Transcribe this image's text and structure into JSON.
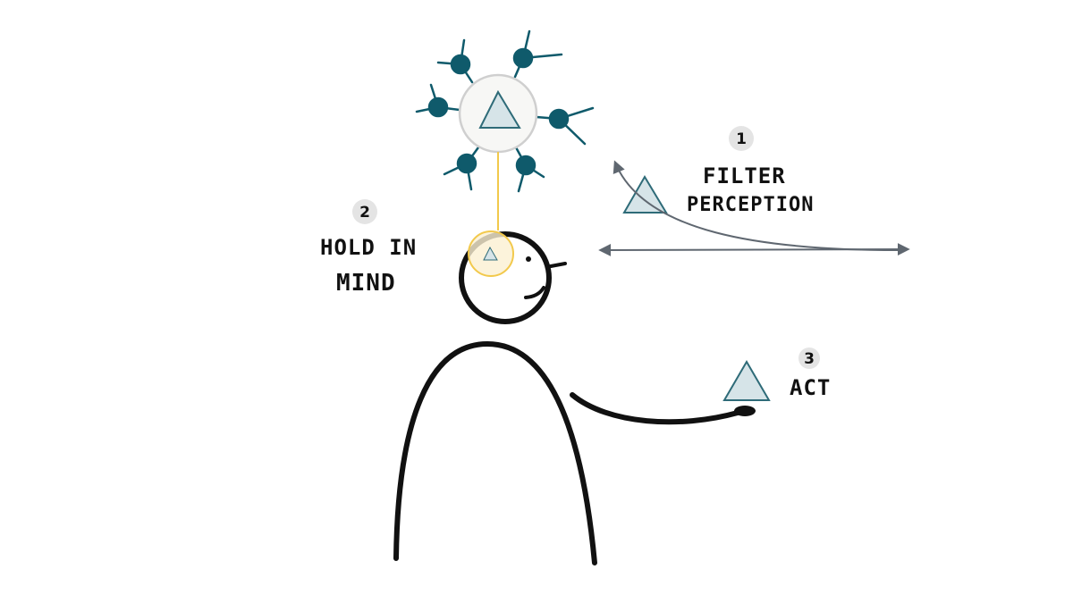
{
  "steps": [
    {
      "number": "1",
      "lines": [
        "FILTER",
        "PERCEPTION"
      ]
    },
    {
      "number": "2",
      "lines": [
        "HOLD IN",
        "MIND"
      ]
    },
    {
      "number": "3",
      "lines": [
        "ACT"
      ]
    }
  ],
  "colors": {
    "node": "#0f5a6b",
    "triangle_fill": "#d6e4e8",
    "triangle_stroke": "#2e6b78",
    "focus": "#f2c94c",
    "arrow": "#5f6770",
    "badge": "#e4e4e4"
  }
}
